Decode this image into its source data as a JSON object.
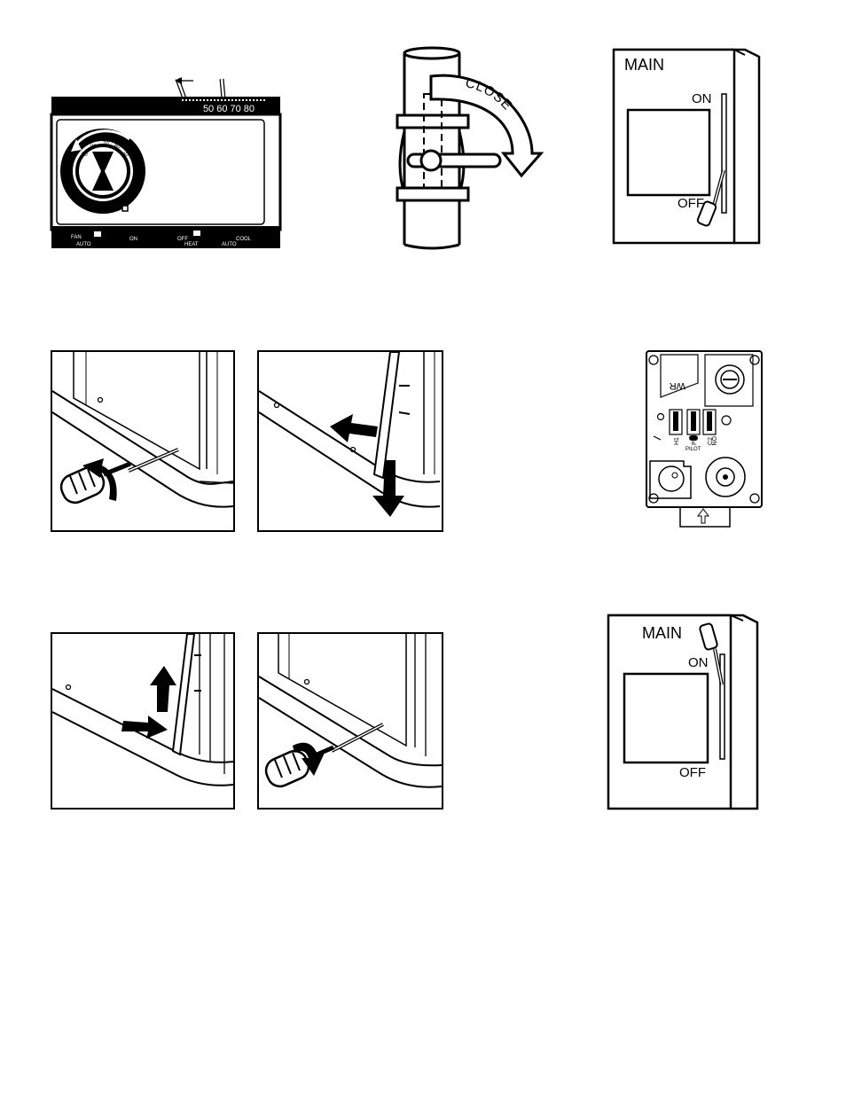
{
  "thermostat": {
    "scale": "50 60 70 80",
    "dial": [
      "50",
      "80",
      "70",
      "60",
      "80"
    ],
    "fan": "FAN",
    "fan_auto": "AUTO",
    "on": "ON",
    "off": "OFF",
    "heat": "HEAT",
    "cool": "COOL",
    "auto": "AUTO"
  },
  "valve": {
    "close_label": "CLOSE"
  },
  "switch_off": {
    "main": "MAIN",
    "on": "ON",
    "off": "OFF"
  },
  "gas_control": {
    "wr": "WR",
    "h1": "H1",
    "p3": "P3",
    "c2": "C2",
    "on": "ON",
    "pilot": "PILOT"
  },
  "switch_on": {
    "main": "MAIN",
    "on": "ON",
    "off": "OFF"
  }
}
